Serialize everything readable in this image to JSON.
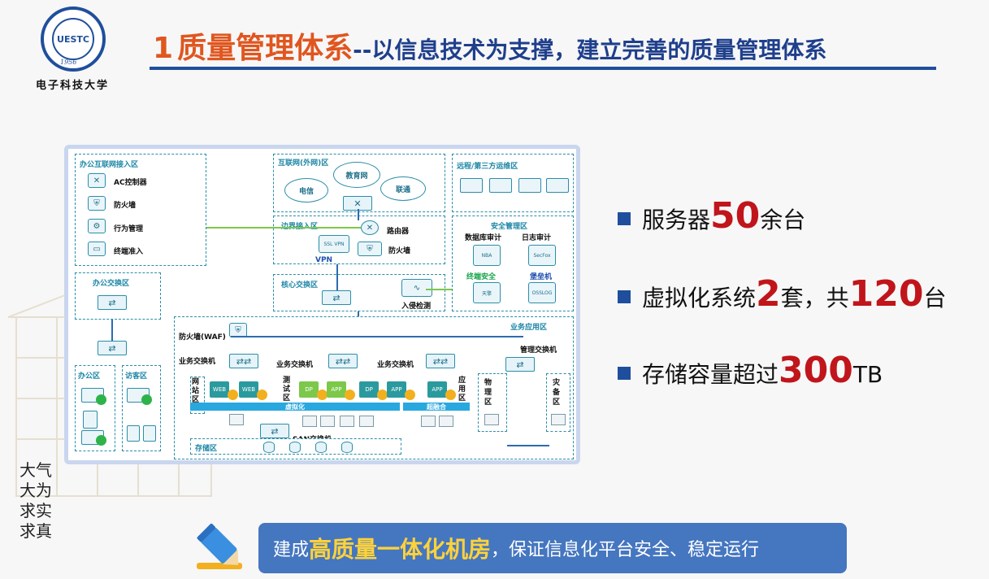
{
  "logo": {
    "abbr": "UESTC",
    "year": "1956",
    "university_name": "电子科技大学",
    "calligraphy": "大气大为 求实求真"
  },
  "header": {
    "number": "1",
    "title_main": "质量管理体系",
    "title_sub": "--以信息技术为支撑，建立完善的质量管理体系"
  },
  "diagram": {
    "zones": {
      "office_access": "办公互联网接入区",
      "office_switch": "办公交换区",
      "internet": "互联网(外网)区",
      "remote": "远程/第三方运维区",
      "border": "边界接入区",
      "security": "安全管理区",
      "core": "核心交换区",
      "business": "业务应用区",
      "office": "办公区",
      "visitor": "访客区",
      "storage": "存储区"
    },
    "office_items": [
      "AC控制器",
      "防火墙",
      "行为管理",
      "终端准入"
    ],
    "clouds": [
      "电信",
      "教育网",
      "联通"
    ],
    "border_items": {
      "router": "路由器",
      "firewall": "防火墙",
      "vpn": "VPN",
      "ssl_vpn": "SSL VPN"
    },
    "security_items": [
      "数据库审计",
      "日志审计",
      "终端安全",
      "堡垒机"
    ],
    "security_sub": [
      "NBA",
      "SecFox",
      "天擎",
      "OSSLOG"
    ],
    "core_items": {
      "ids": "入侵检测"
    },
    "business_items": {
      "waf": "防火墙(WAF)",
      "biz_switch": "业务交换机",
      "mgmt_switch": "管理交换机",
      "web_zone": "网站区",
      "test_zone": "测试区",
      "app_zone": "应用区",
      "physical_zone": "物理区",
      "dr_zone": "灾备区",
      "virtualization": "虚拟化",
      "hyperconverged": "超融合",
      "san_switch": "SAN交换机"
    },
    "vms": [
      "WEB",
      "WEB",
      "DP",
      "APP",
      "DP",
      "APP",
      "APP"
    ]
  },
  "bullets": [
    {
      "before": "服务器",
      "value": "50",
      "after": "余台"
    },
    {
      "before": "虚拟化系统",
      "value": "2",
      "middle": "套，共",
      "value2": "120",
      "after": "台"
    },
    {
      "before": "存储容量超过",
      "value": "300",
      "after": "TB"
    }
  ],
  "banner": {
    "prefix": "建成",
    "highlight": "高质量一体化机房",
    "suffix": "，保证信息化平台安全、稳定运行"
  },
  "colors": {
    "title_orange": "#e0561f",
    "title_blue": "#1f3f8c",
    "value_red": "#c0151b",
    "banner_bg": "#4576c0",
    "banner_highlight": "#ffd23a"
  }
}
